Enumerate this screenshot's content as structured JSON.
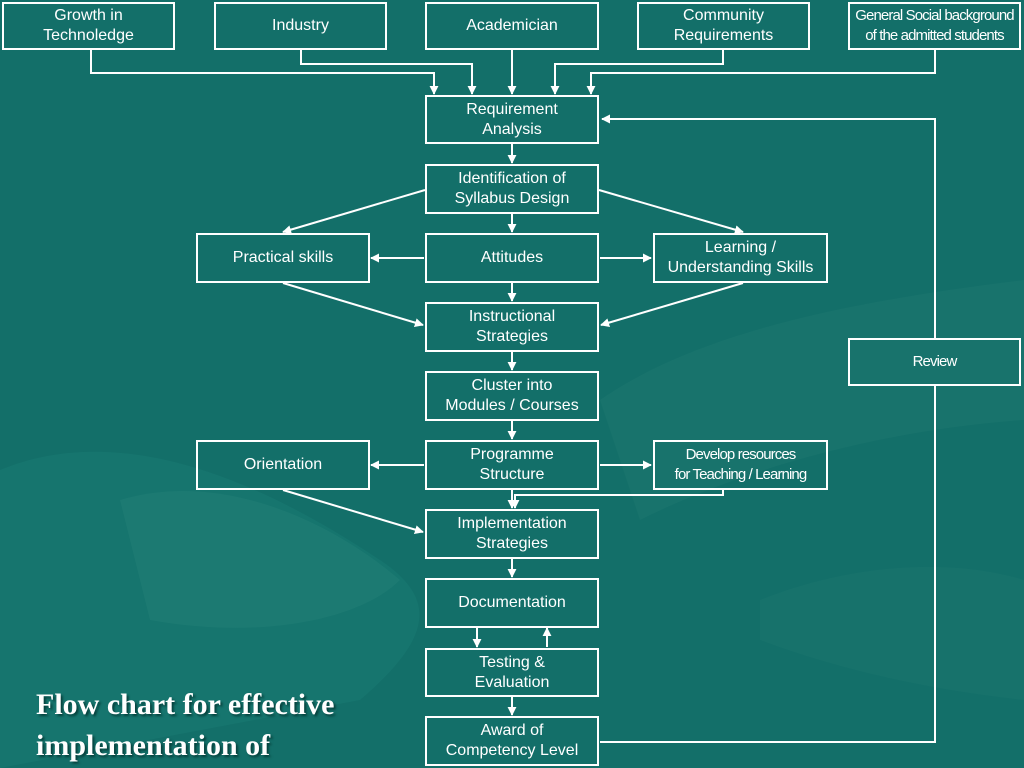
{
  "nodes": {
    "growth": "Growth in\nTechnoledge",
    "industry": "Industry",
    "academician": "Academician",
    "community": "Community\nRequirements",
    "social": "General Social background\nof the admitted students",
    "requirement": "Requirement\nAnalysis",
    "syllabus": "Identification of\nSyllabus Design",
    "practical": "Practical skills",
    "attitudes": "Attitudes",
    "learning": "Learning /\nUnderstanding Skills",
    "instructional": "Instructional\nStrategies",
    "cluster": "Cluster into\nModules / Courses",
    "orientation": "Orientation",
    "programme": "Programme\nStructure",
    "resources": "Develop resources\nfor Teaching / Learning",
    "implementation": "Implementation\nStrategies",
    "documentation": "Documentation",
    "testing": "Testing &\nEvaluation",
    "award": "Award of\nCompetency Level",
    "review": "Review"
  },
  "caption": "Flow chart for effective\nimplementation of",
  "colors": {
    "background": "#136f69",
    "stroke": "#ffffff"
  }
}
